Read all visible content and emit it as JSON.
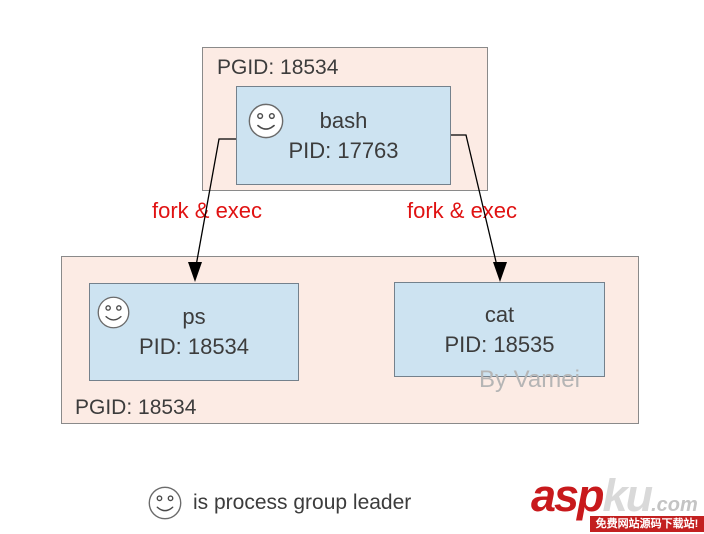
{
  "diagram": {
    "top_group": {
      "pgid_label": "PGID: 18534",
      "process": {
        "name": "bash",
        "pid_label": "PID: 17763",
        "is_leader": true
      }
    },
    "fork_left_label": "fork & exec",
    "fork_right_label": "fork & exec",
    "bottom_group": {
      "pgid_label": "PGID: 18534",
      "processes": [
        {
          "name": "ps",
          "pid_label": "PID: 18534",
          "is_leader": true
        },
        {
          "name": "cat",
          "pid_label": "PID: 18535",
          "is_leader": false
        }
      ]
    },
    "watermark": "By Vamei",
    "legend": {
      "text": "is process group leader"
    }
  },
  "logo": {
    "part1": "asp",
    "part2": "ku",
    "part3": ".com",
    "banner": "免费网站源码下载站!"
  },
  "colors": {
    "group_fill": "#fcebe4",
    "process_fill": "#cde3f1",
    "fork_label_red": "#e01212",
    "logo_red": "#c8191c",
    "watermark_gray": "#b5b5b5"
  }
}
